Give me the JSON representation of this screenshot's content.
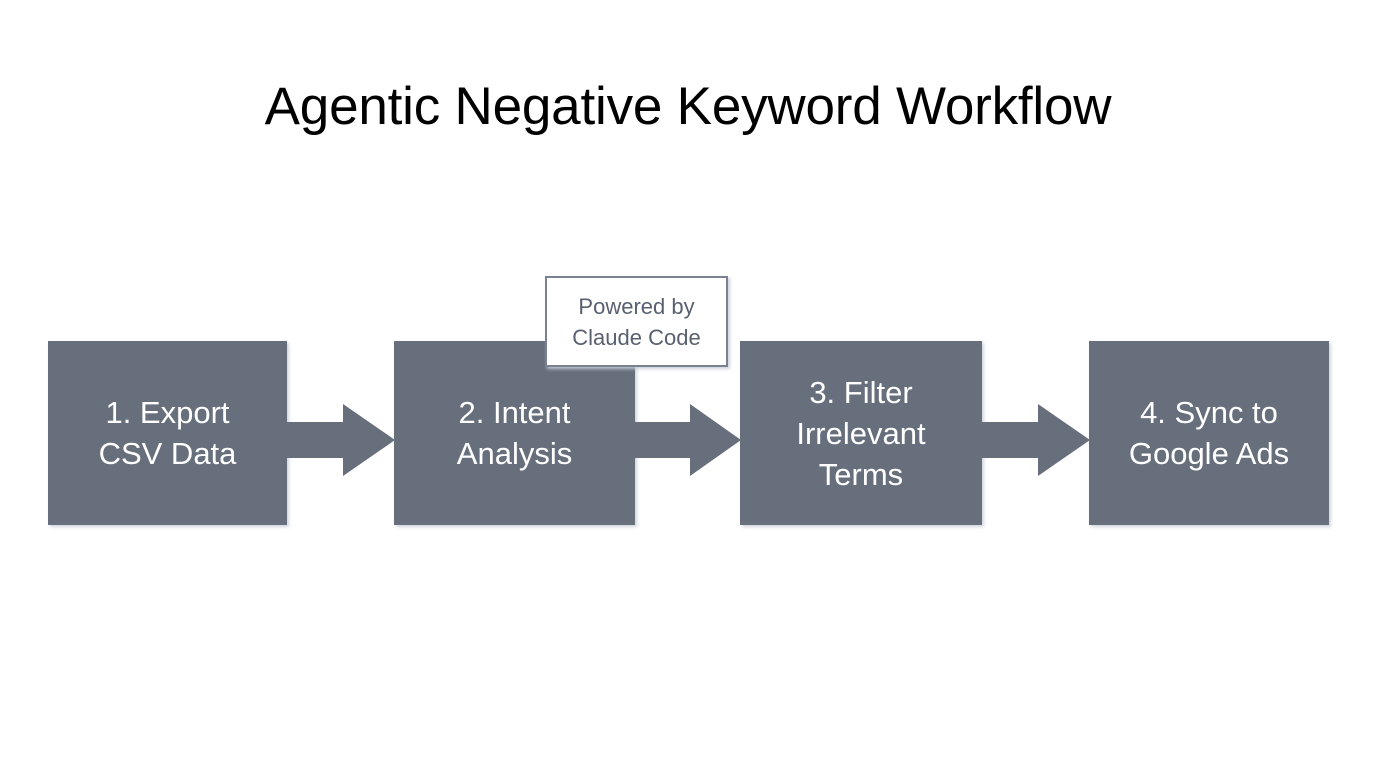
{
  "slide": {
    "title": "Agentic Negative Keyword Workflow",
    "background_color": "#FFFFFF",
    "accent_color": "#676F7D",
    "title_color": "#000000"
  },
  "flow": {
    "steps": [
      {
        "id": "export",
        "label": "1. Export\nCSV Data"
      },
      {
        "id": "intent",
        "label": "2. Intent\nAnalysis"
      },
      {
        "id": "filter",
        "label": "3. Filter\nIrrelevant\nTerms"
      },
      {
        "id": "sync",
        "label": "4. Sync to\nGoogle Ads"
      }
    ],
    "arrows": [
      {
        "id": "arrow-1-2",
        "direction": "right"
      },
      {
        "id": "arrow-2-3",
        "direction": "right"
      },
      {
        "id": "arrow-3-4",
        "direction": "right"
      }
    ]
  },
  "callout": {
    "label": "Powered by\nClaude Code",
    "border_color": "#7A8292",
    "text_color": "#596070",
    "fill_color": "#FFFFFF",
    "attached_to": "intent"
  }
}
